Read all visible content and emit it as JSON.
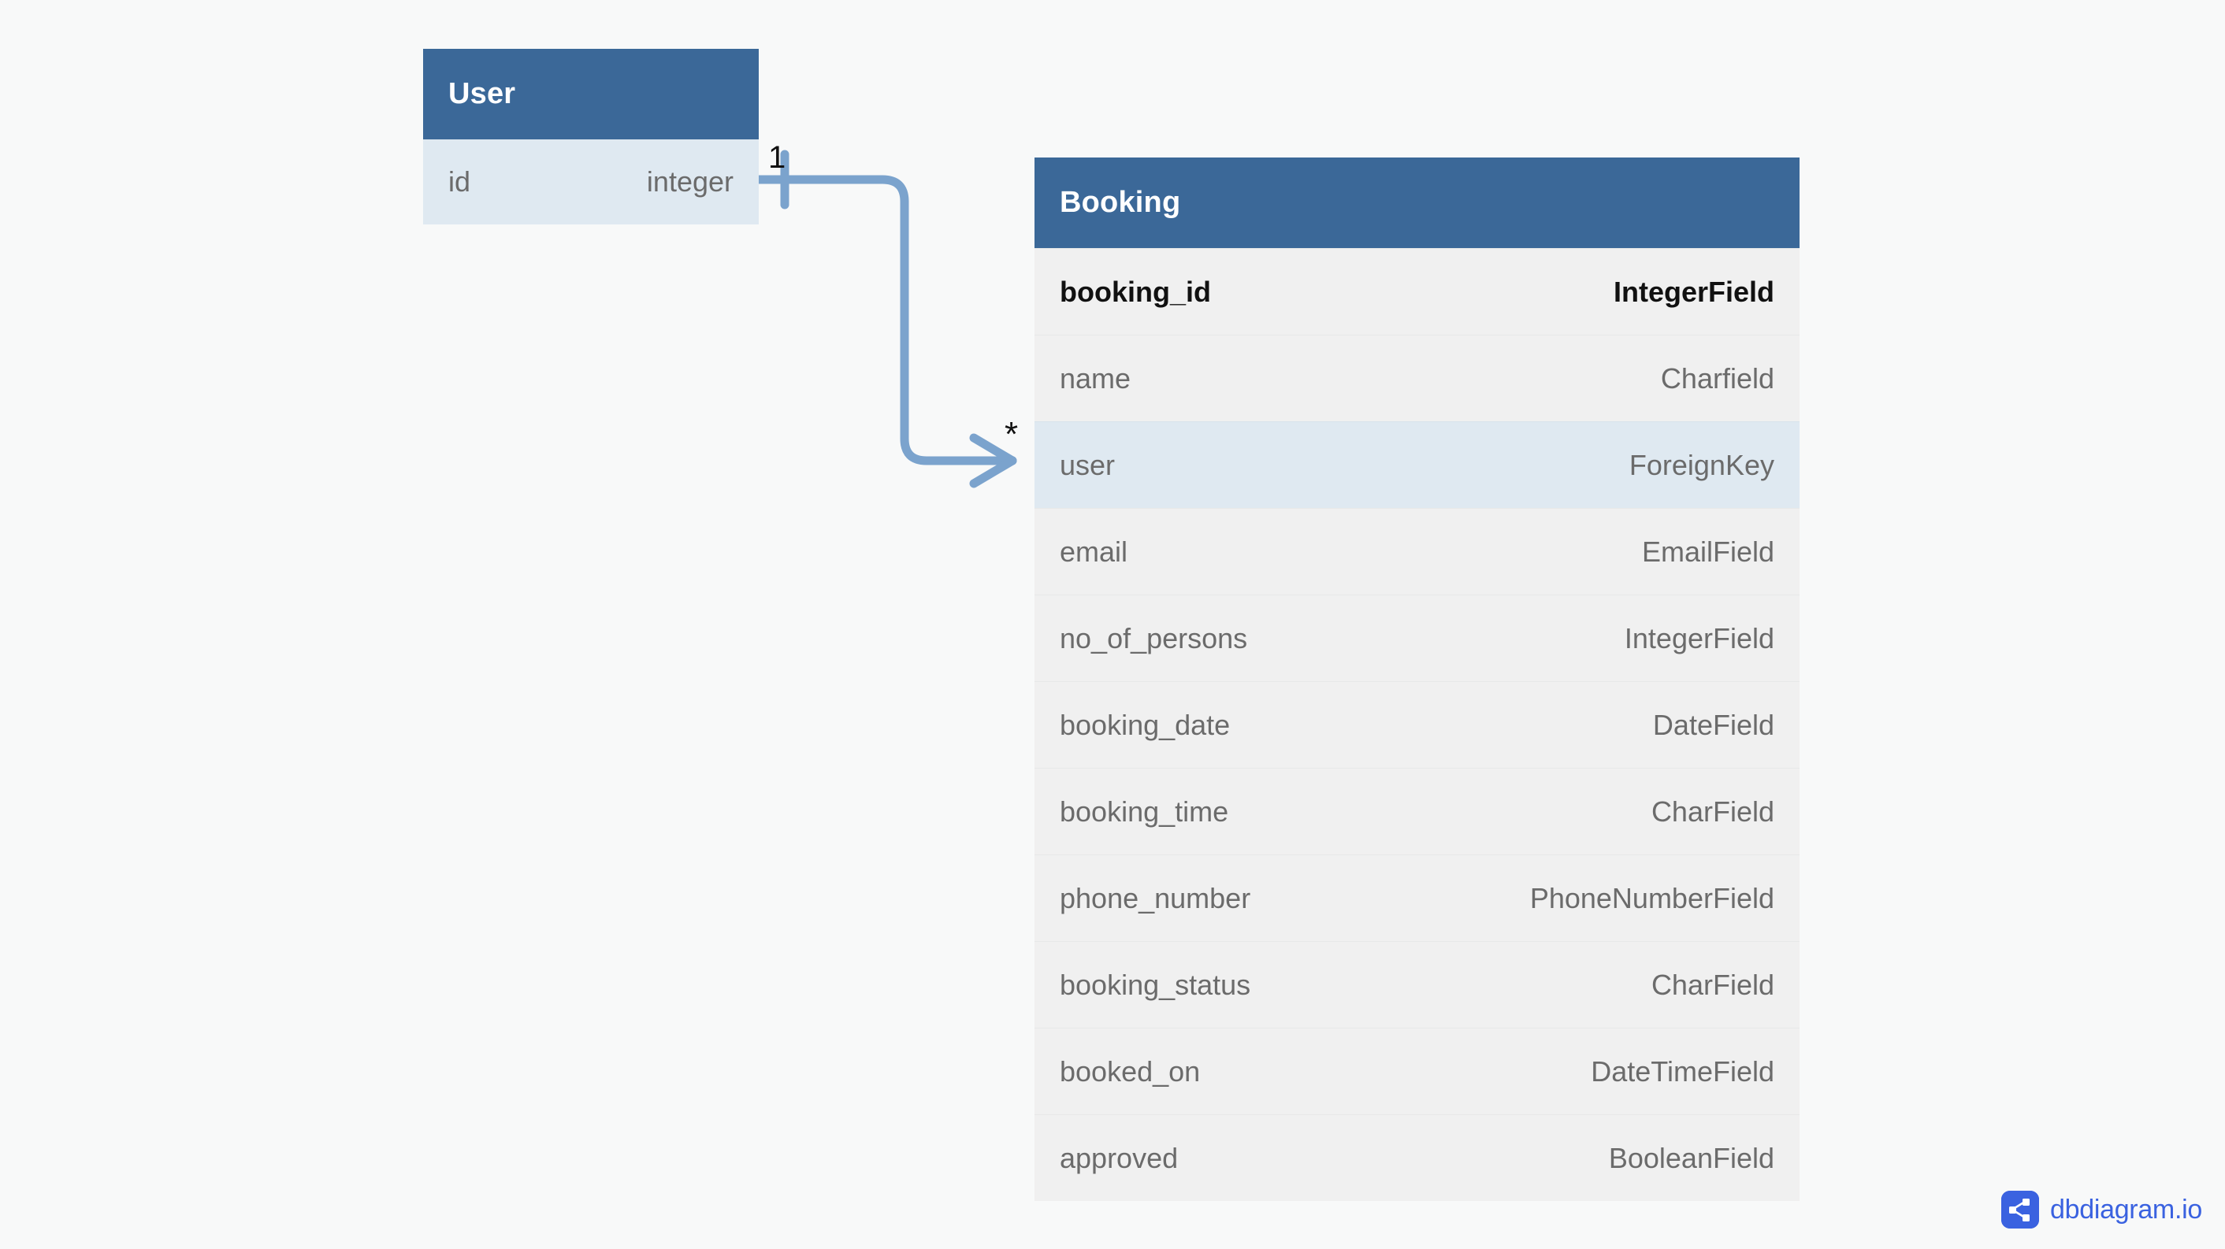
{
  "canvas": {
    "background_color": "#f8f9f9",
    "accent_header_color": "#3b6898",
    "highlight_row_color": "#dfe9f1",
    "row_color": "#f0f0f0",
    "relation_line_color": "#7ba3cd"
  },
  "tables": [
    {
      "name": "User",
      "fields": [
        {
          "name": "id",
          "type": "integer",
          "is_primary_key": false,
          "highlight": true
        }
      ]
    },
    {
      "name": "Booking",
      "fields": [
        {
          "name": "booking_id",
          "type": "IntegerField",
          "is_primary_key": true,
          "highlight": false
        },
        {
          "name": "name",
          "type": "Charfield",
          "is_primary_key": false,
          "highlight": false
        },
        {
          "name": "user",
          "type": "ForeignKey",
          "is_primary_key": false,
          "highlight": true
        },
        {
          "name": "email",
          "type": "EmailField",
          "is_primary_key": false,
          "highlight": false
        },
        {
          "name": "no_of_persons",
          "type": "IntegerField",
          "is_primary_key": false,
          "highlight": false
        },
        {
          "name": "booking_date",
          "type": "DateField",
          "is_primary_key": false,
          "highlight": false
        },
        {
          "name": "booking_time",
          "type": "CharField",
          "is_primary_key": false,
          "highlight": false
        },
        {
          "name": "phone_number",
          "type": "PhoneNumberField",
          "is_primary_key": false,
          "highlight": false
        },
        {
          "name": "booking_status",
          "type": "CharField",
          "is_primary_key": false,
          "highlight": false
        },
        {
          "name": "booked_on",
          "type": "DateTimeField",
          "is_primary_key": false,
          "highlight": false
        },
        {
          "name": "approved",
          "type": "BooleanField",
          "is_primary_key": false,
          "highlight": false
        }
      ]
    }
  ],
  "relationship": {
    "from_table": "User",
    "from_field": "id",
    "to_table": "Booking",
    "to_field": "user",
    "source_cardinality": "1",
    "target_cardinality": "*"
  },
  "watermark": {
    "brand": "dbdiagram.io",
    "logo_icon": "share-nodes-icon",
    "brand_color": "#3a62e0"
  }
}
